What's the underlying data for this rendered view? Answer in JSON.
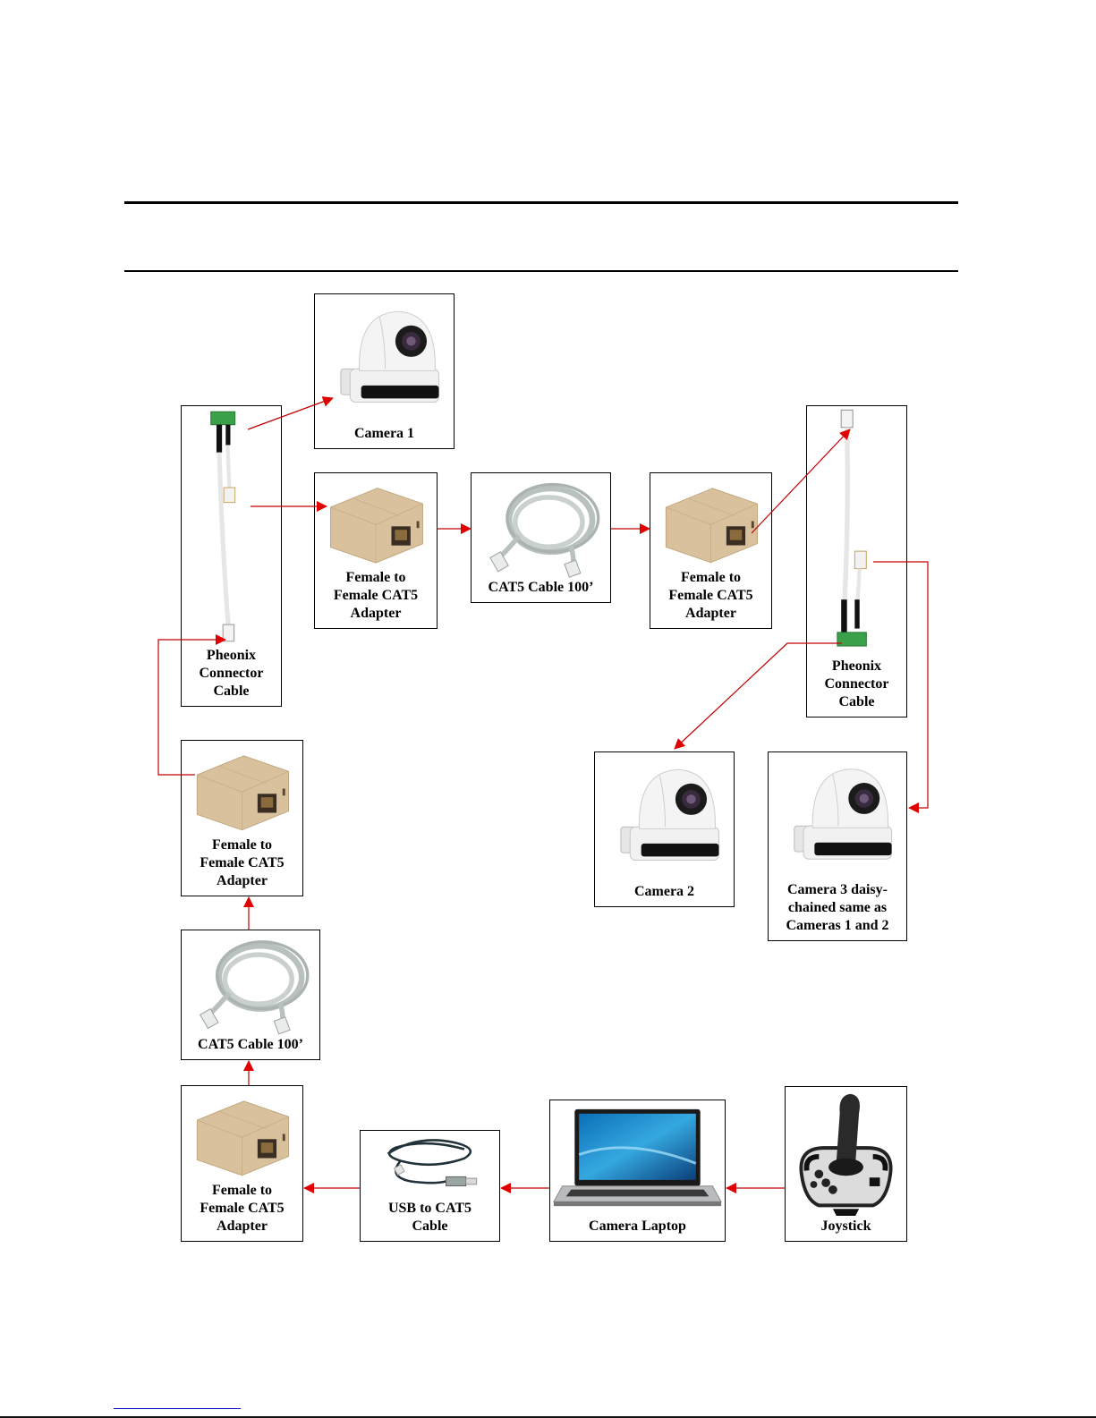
{
  "diagram": {
    "title": "",
    "colors": {
      "connector": "#e00000",
      "box_border": "#000000",
      "adapter": "#d9c3a0",
      "phoenix_green": "#3aa04a",
      "cable_gray": "#c9cfcc"
    },
    "nodes": [
      {
        "id": "camera1",
        "label": "Camera 1",
        "icon": "ptz-camera-icon"
      },
      {
        "id": "phoenix-left",
        "label": "Pheonix\nConnector\nCable",
        "icon": "phoenix-connector-cable-icon"
      },
      {
        "id": "adapter-top-1",
        "label": "Female to\nFemale CAT5\nAdapter",
        "icon": "cat5-coupler-icon"
      },
      {
        "id": "cable-top",
        "label": "CAT5 Cable 100’",
        "icon": "cat5-cable-coil-icon"
      },
      {
        "id": "adapter-top-2",
        "label": "Female to\nFemale CAT5\nAdapter",
        "icon": "cat5-coupler-icon"
      },
      {
        "id": "phoenix-right",
        "label": "Pheonix\nConnector\nCable",
        "icon": "phoenix-connector-cable-icon"
      },
      {
        "id": "camera2",
        "label": "Camera 2",
        "icon": "ptz-camera-icon"
      },
      {
        "id": "camera3",
        "label": "Camera 3 daisy-\nchained same as\nCameras 1 and 2",
        "icon": "ptz-camera-icon"
      },
      {
        "id": "adapter-left-mid",
        "label": "Female to\nFemale CAT5\nAdapter",
        "icon": "cat5-coupler-icon"
      },
      {
        "id": "cable-left",
        "label": "CAT5 Cable 100’",
        "icon": "cat5-cable-coil-icon"
      },
      {
        "id": "adapter-bottom",
        "label": "Female to\nFemale CAT5\nAdapter",
        "icon": "cat5-coupler-icon"
      },
      {
        "id": "usb-cat5",
        "label": "USB to CAT5\nCable",
        "icon": "usb-cable-icon"
      },
      {
        "id": "laptop",
        "label": "Camera Laptop",
        "icon": "laptop-icon"
      },
      {
        "id": "joystick",
        "label": "Joystick",
        "icon": "joystick-icon"
      }
    ],
    "edges": [
      {
        "from": "joystick",
        "to": "laptop"
      },
      {
        "from": "laptop",
        "to": "usb-cat5"
      },
      {
        "from": "usb-cat5",
        "to": "adapter-bottom"
      },
      {
        "from": "adapter-bottom",
        "to": "cable-left"
      },
      {
        "from": "cable-left",
        "to": "adapter-left-mid"
      },
      {
        "from": "adapter-left-mid",
        "to": "phoenix-left"
      },
      {
        "from": "phoenix-left",
        "to": "camera1"
      },
      {
        "from": "phoenix-left",
        "to": "adapter-top-1"
      },
      {
        "from": "adapter-top-1",
        "to": "cable-top"
      },
      {
        "from": "cable-top",
        "to": "adapter-top-2"
      },
      {
        "from": "adapter-top-2",
        "to": "phoenix-right"
      },
      {
        "from": "phoenix-right",
        "to": "camera2"
      },
      {
        "from": "phoenix-right",
        "to": "camera3"
      }
    ]
  }
}
